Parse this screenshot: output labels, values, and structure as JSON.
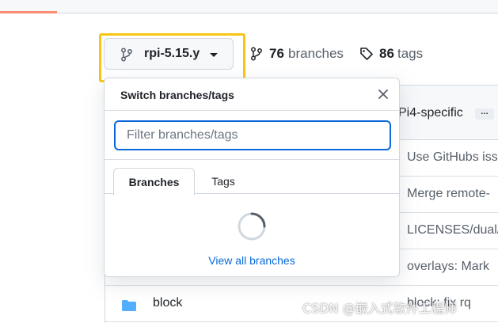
{
  "repo": {
    "current_branch": "rpi-5.15.y",
    "branches_count": "76",
    "branches_label": "branches",
    "tags_count": "86",
    "tags_label": "tags"
  },
  "background": {
    "latest_commit_message": "Pi4-specific",
    "ellipsis": "…",
    "rows": [
      {
        "message": "Use GitHubs iss"
      },
      {
        "message": "Merge remote-"
      },
      {
        "message": "LICENSES/dual/"
      },
      {
        "message": "overlays: Mark"
      },
      {
        "name": "block",
        "message": "block: fix rq"
      }
    ]
  },
  "branch_popup": {
    "title": "Switch branches/tags",
    "filter_placeholder": "Filter branches/tags",
    "filter_value": "",
    "tabs": [
      {
        "label": "Branches",
        "active": true
      },
      {
        "label": "Tags",
        "active": false
      }
    ],
    "view_all_link": "View all branches"
  },
  "watermark": "CSDN @嵌入式软件工程师",
  "colors": {
    "highlight": "#f9c513",
    "link": "#0969da",
    "focus_ring": "#0969da",
    "folder": "#54aeff"
  },
  "icons": {
    "branch": "git-branch-icon",
    "tag": "tag-icon",
    "close": "x-icon",
    "folder": "folder-icon",
    "caret": "triangle-down-icon",
    "loading": "spinner-icon"
  }
}
